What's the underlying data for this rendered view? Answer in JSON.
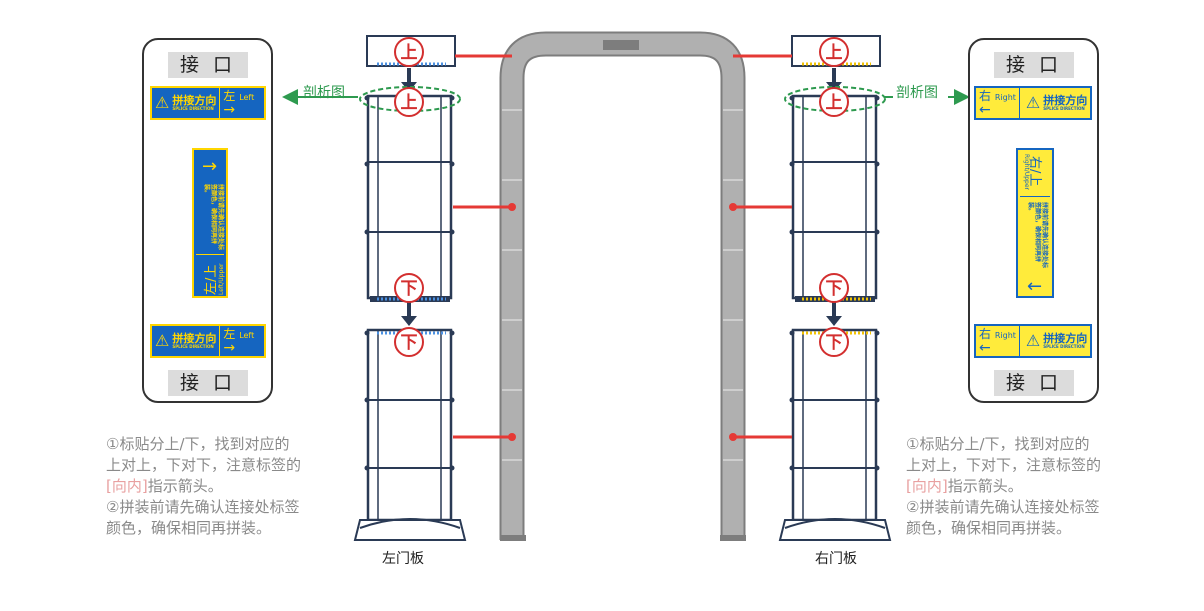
{
  "colors": {
    "frame": "#a8a8a8",
    "panel": "#2a3a55",
    "connector": "#e53935",
    "dashed": "#2e9a4f",
    "label_blue": "#1565c0",
    "label_yellow": "#ffeb3b"
  },
  "left_card": {
    "top_interface": "接 口",
    "bottom_interface": "接 口",
    "h_label": {
      "title": "拼接方向",
      "subtitle": "SPLICE DIRECTION",
      "dir_cn": "左",
      "dir_en": "Left",
      "arrow": "→"
    },
    "v_label": {
      "arrow": "→",
      "dir_cn": "左/上",
      "dir_en": "Left/Upper",
      "body": "拼接前请先确认连接处标签颜色，确保相同再拼装。"
    }
  },
  "right_card": {
    "top_interface": "接 口",
    "bottom_interface": "接 口",
    "h_label": {
      "title": "拼接方向",
      "subtitle": "SPLICE DIRECTION",
      "dir_cn": "右",
      "dir_en": "Right",
      "arrow": "←"
    },
    "v_label": {
      "arrow": "←",
      "dir_cn": "右/上",
      "dir_en": "Right/Upper",
      "body": "拼接前请先确认连接处标签颜色，确保相同再拼装。"
    }
  },
  "section_label": "剖析图",
  "badges": {
    "up": "上",
    "down": "下"
  },
  "captions": {
    "left": "左门板",
    "right": "右门板"
  },
  "notes": {
    "line1": "①标贴分上/下，找到对应的",
    "line2": "上对上，下对下，注意标签的",
    "line3_highlight": "[向内]",
    "line3_rest": "指示箭头。",
    "line4": "②拼装前请先确认连接处标签",
    "line5": "颜色，确保相同再拼装。"
  }
}
